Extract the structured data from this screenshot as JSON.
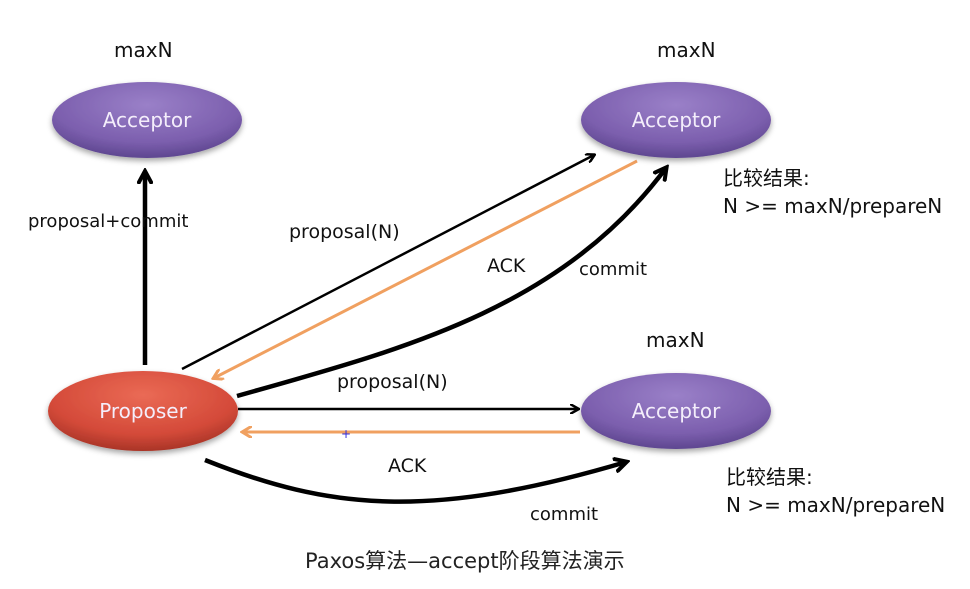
{
  "title": "Paxos算法—accept阶段算法演示",
  "colors": {
    "acceptor_fill": "#7e62b0",
    "proposer_fill": "#d9503f",
    "request_arrow": "#000000",
    "ack_arrow": "#f0a060",
    "text": "#111111"
  },
  "nodes": {
    "acceptor_top_left": {
      "label": "Acceptor",
      "state_label": "maxN"
    },
    "acceptor_top_right": {
      "label": "Acceptor",
      "state_label": "maxN",
      "compare_title": "比较结果:",
      "compare_expr": "N >= maxN/prepareN"
    },
    "acceptor_bottom_right": {
      "label": "Acceptor",
      "state_label": "maxN",
      "compare_title": "比较结果:",
      "compare_expr": "N >= maxN/prepareN"
    },
    "proposer": {
      "label": "Proposer"
    }
  },
  "edges": {
    "to_top_left": "proposal+commit",
    "to_top_right_proposal": "proposal(N)",
    "from_top_right_ack": "ACK",
    "to_top_right_commit": "commit",
    "to_bottom_right_proposal": "proposal(N)",
    "from_bottom_right_ack": "ACK",
    "to_bottom_right_commit": "commit"
  }
}
